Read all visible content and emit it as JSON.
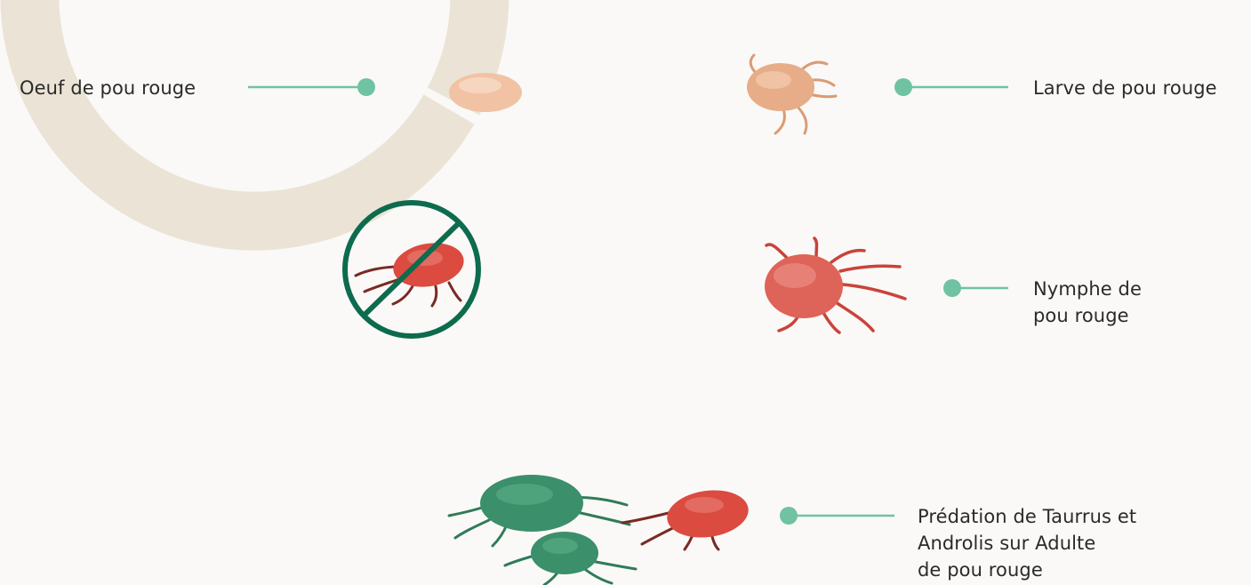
{
  "diagram": {
    "colors": {
      "background": "#faf9f7",
      "cycle_ring": "#ebe4d6",
      "connector": "#6fc3a2",
      "ban_sign": "#0d6b4e",
      "egg": "#f1c3a4",
      "larva": "#e6ad88",
      "nymph": "#de6358",
      "adult": "#db4b40",
      "predator": "#3b8f6a"
    },
    "stages": {
      "egg": {
        "label": [
          "Oeuf de pou rouge"
        ],
        "icon": "egg-icon"
      },
      "larva": {
        "label": [
          "Larve de pou rouge"
        ],
        "icon": "larva-mite-icon"
      },
      "nymph": {
        "label": [
          "Nymphe de",
          "pou rouge"
        ],
        "icon": "nymph-mite-icon"
      },
      "predation": {
        "label": [
          "Prédation de Taurrus et",
          "Androlis sur Adulte",
          "de pou rouge"
        ],
        "icon": "predatory-mites-icon"
      },
      "blocked_adult": {
        "icon": "blocked-adult-mite-icon"
      }
    }
  }
}
